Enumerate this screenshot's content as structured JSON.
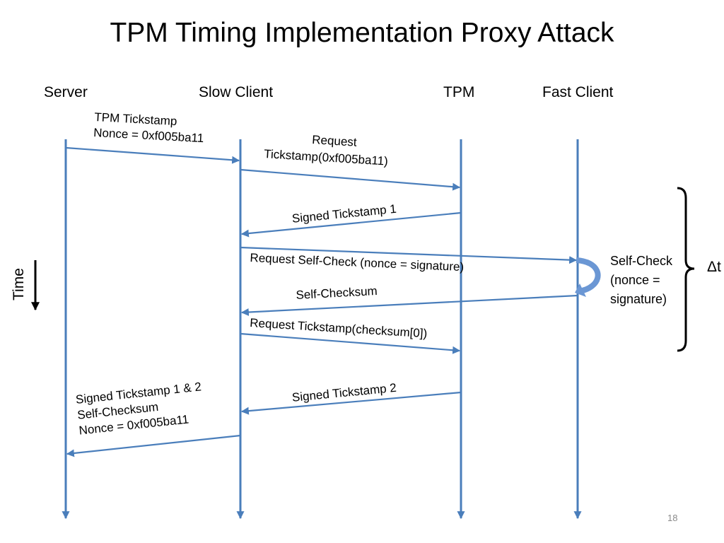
{
  "title": "TPM Timing Implementation Proxy Attack",
  "actors": {
    "server": "Server",
    "slow_client": "Slow Client",
    "tpm": "TPM",
    "fast_client": "Fast Client"
  },
  "messages": {
    "m1": {
      "lines": [
        "TPM Tickstamp",
        "Nonce = 0xf005ba11"
      ]
    },
    "m2": {
      "lines": [
        "Request",
        "Tickstamp(0xf005ba11)"
      ]
    },
    "m3": {
      "text": "Signed Tickstamp 1"
    },
    "m4": {
      "text": "Request Self-Check (nonce = signature)"
    },
    "m5": {
      "text": "Self-Checksum"
    },
    "m6": {
      "text": "Request Tickstamp(checksum[0])"
    },
    "m7": {
      "text": "Signed Tickstamp 2"
    },
    "m8": {
      "lines": [
        "Signed Tickstamp 1 & 2",
        "Self-Checksum",
        "Nonce = 0xf005ba11"
      ]
    }
  },
  "self_check": {
    "lines": [
      "Self-Check",
      "(nonce =",
      "signature)"
    ]
  },
  "delta_t": "Δt",
  "time_label": "Time",
  "page_number": "18",
  "colors": {
    "arrow": "#4a7ebb",
    "loop": "#6b97d4",
    "text": "#000000"
  }
}
